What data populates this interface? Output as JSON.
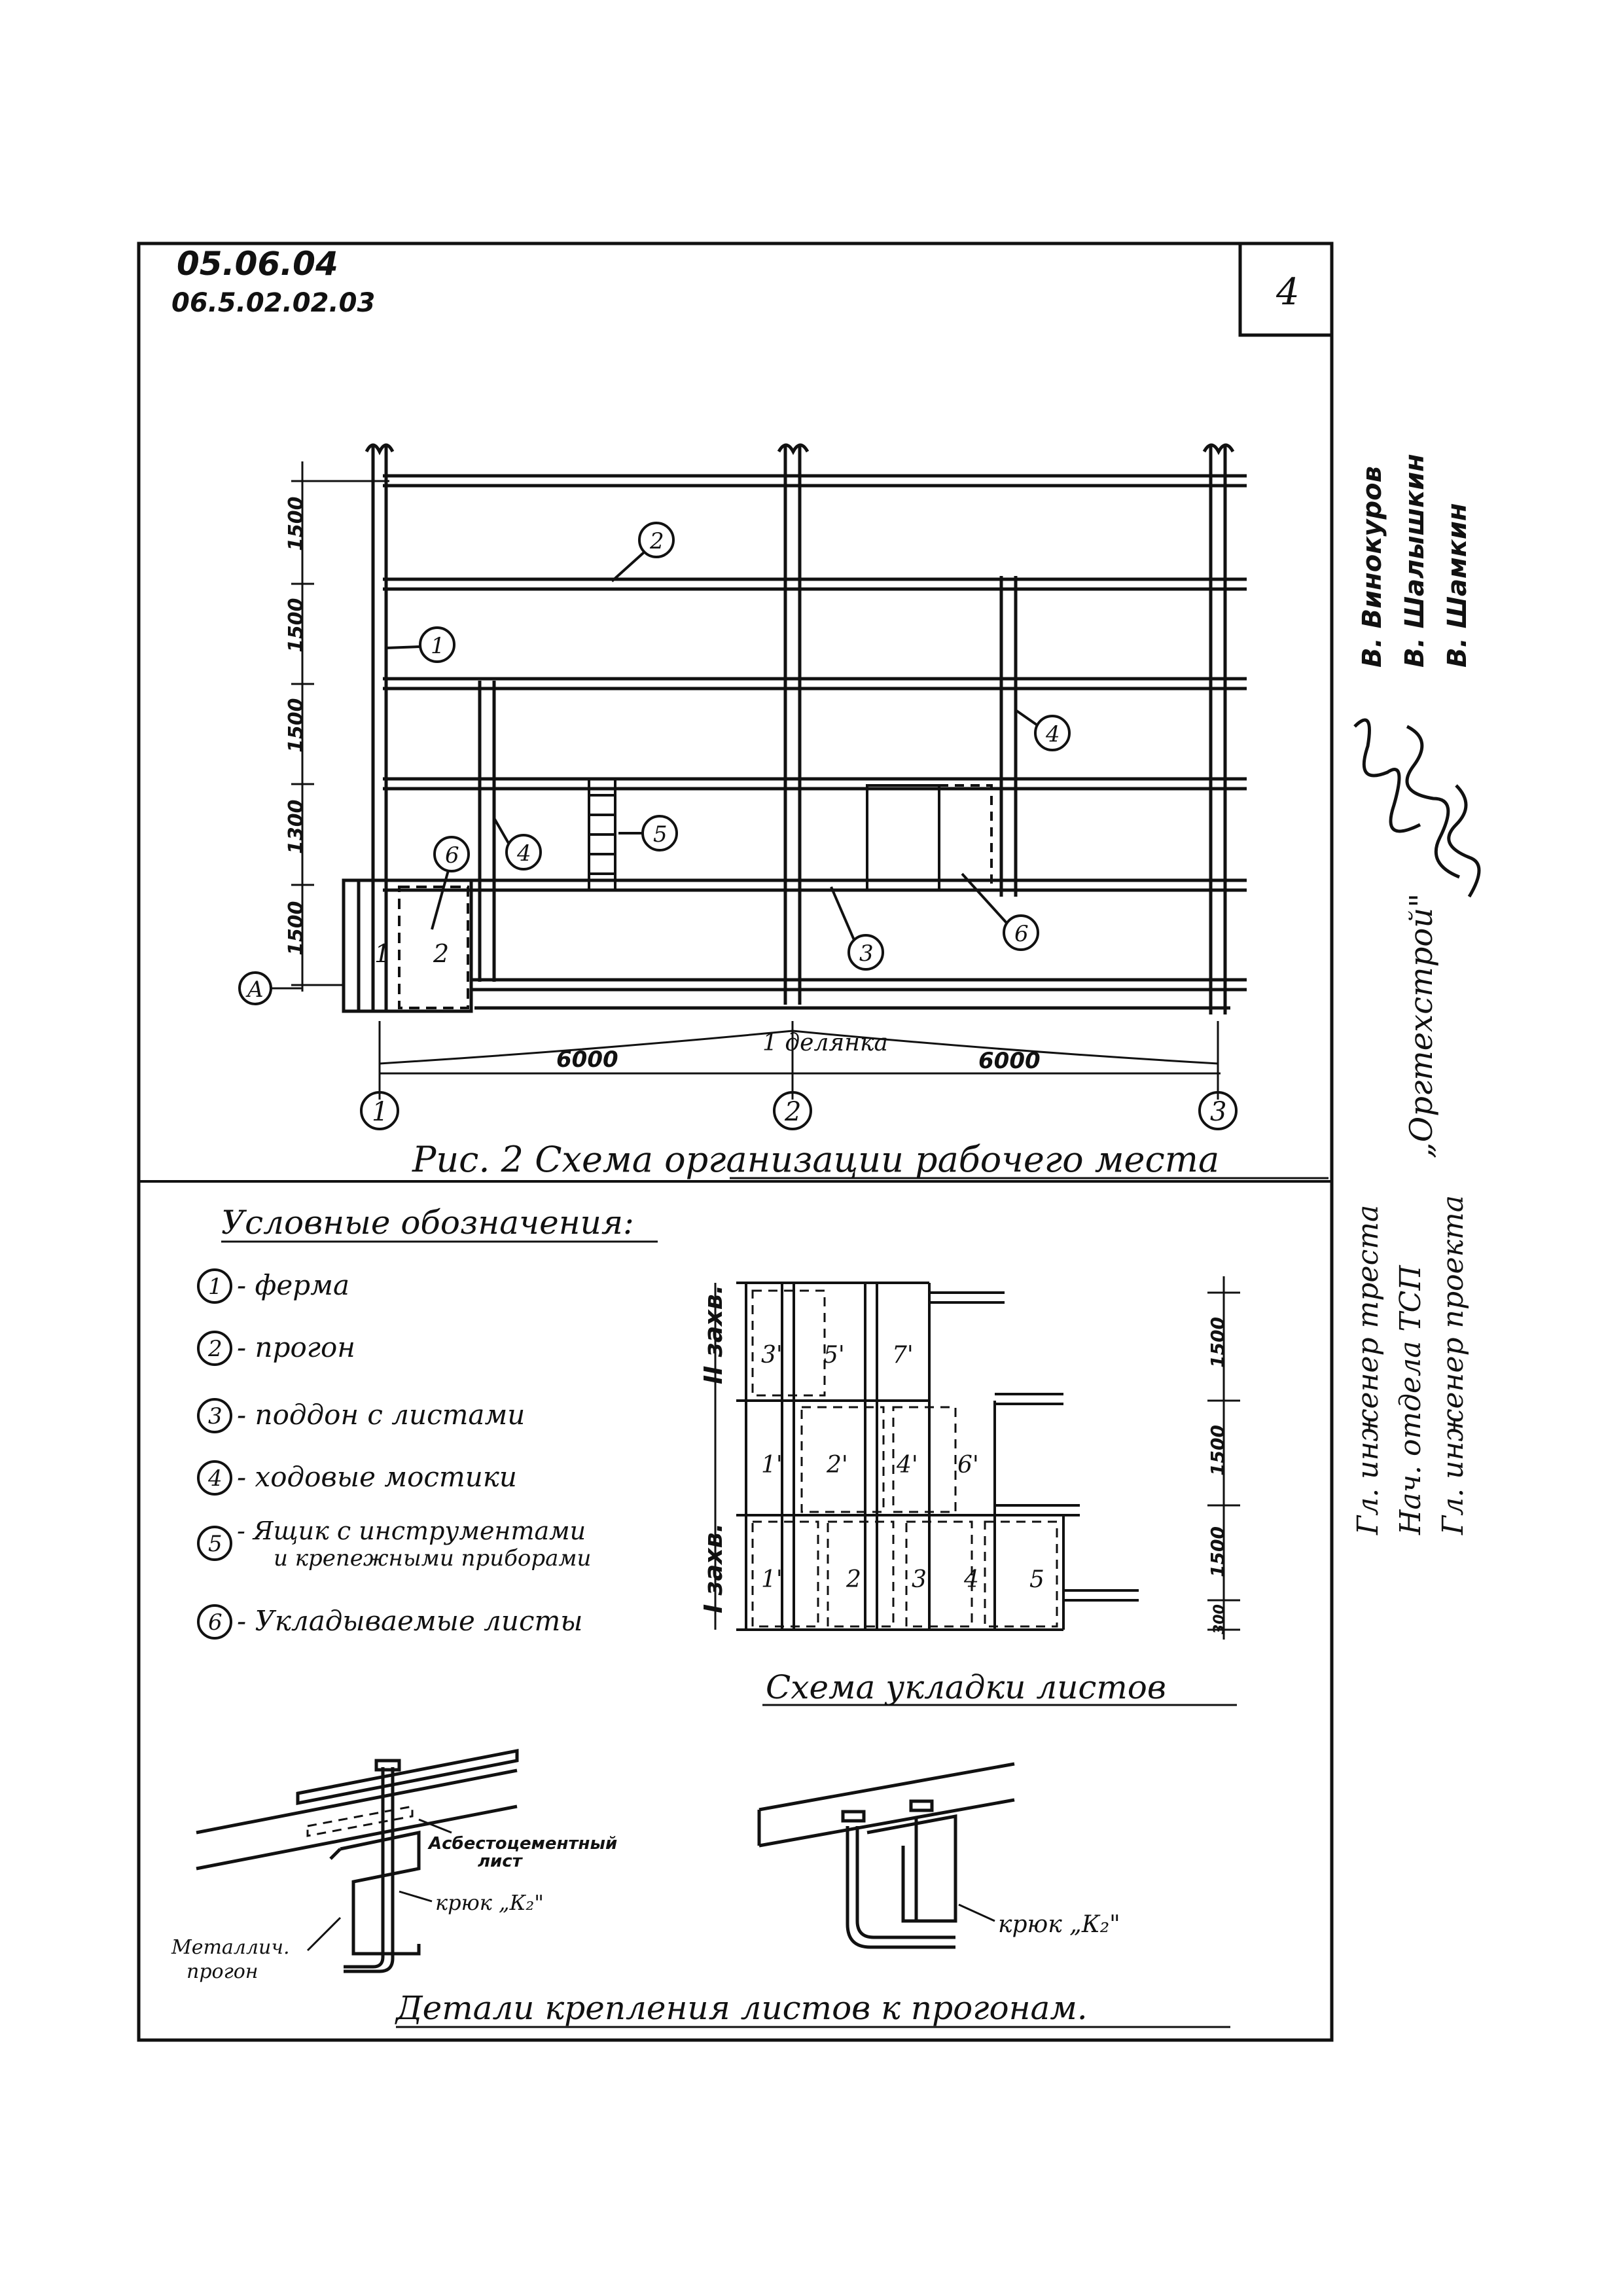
{
  "header": {
    "code_main": "05.06.04",
    "code_sub": "06.5.02.02.03",
    "page_number": "4"
  },
  "scheme": {
    "dims_vertical": [
      "1500",
      "1500",
      "1500",
      "1300",
      "1500"
    ],
    "dims_horizontal": [
      "6000",
      "6000"
    ],
    "section_label": "1 делянка",
    "axis_labels": [
      "1",
      "2",
      "3"
    ],
    "row_axis": "A",
    "callouts": [
      "2",
      "1",
      "4",
      "5",
      "6",
      "4",
      "3",
      "6"
    ],
    "box_labels": [
      "1",
      "2"
    ],
    "caption": "Рис. 2 Схема организации рабочего места"
  },
  "legend": {
    "title": "Условные обозначения:",
    "items": [
      {
        "num": "1",
        "text": "- ферма"
      },
      {
        "num": "2",
        "text": "- прогон"
      },
      {
        "num": "3",
        "text": "- поддон с листами"
      },
      {
        "num": "4",
        "text": "- ходовые мостики"
      },
      {
        "num": "5",
        "text": "- Ящик с инструментами",
        "text2": "и крепежными приборами"
      },
      {
        "num": "6",
        "text": "- Укладываемые листы"
      }
    ]
  },
  "layout_scheme": {
    "title": "Схема укладки листов",
    "row_labels": [
      "I захв.",
      "II захв."
    ],
    "dims": [
      "1500",
      "1500",
      "1500",
      "300"
    ],
    "sheet_labels": [
      "3'",
      "5'",
      "7'",
      "1'",
      "2'",
      "4'",
      "6'",
      "1'",
      "2",
      "3",
      "4",
      "5"
    ]
  },
  "details": {
    "title": "Детали крепления листов к прогонам.",
    "labels": [
      "Асбестоцементный",
      "лист",
      "Металлич.",
      "прогон",
      "крюк „К₂\"",
      "крюк „К₂\""
    ]
  },
  "stamp": {
    "org": "„Оргтехстрой\"",
    "roles": [
      "Гл. инженер треста",
      "Нач. отдела ТСП",
      "Гл. инженер проекта"
    ],
    "names": [
      "В. Винокуров",
      "В. Шалышкин",
      "В. Шамкин"
    ]
  }
}
